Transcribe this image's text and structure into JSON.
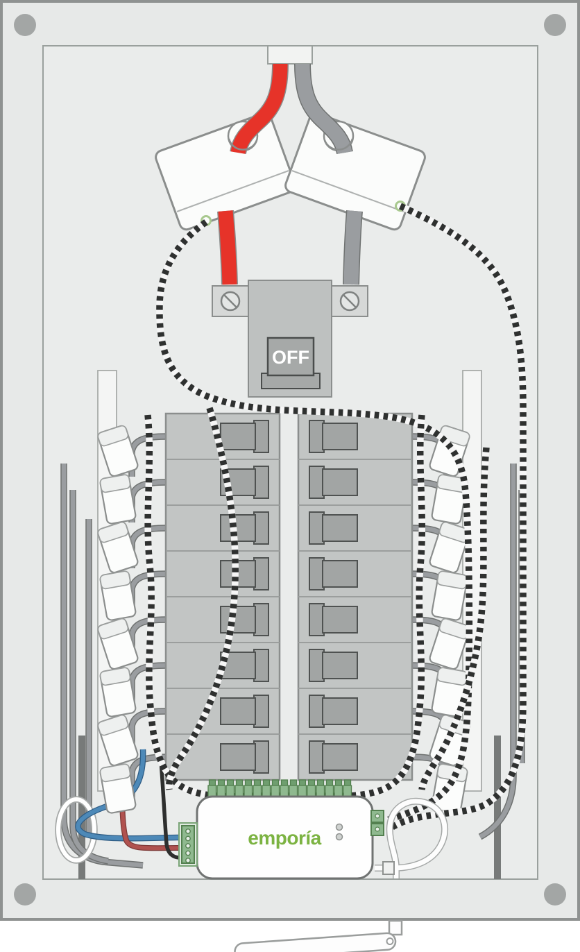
{
  "main_breaker": {
    "label": "OFF"
  },
  "device": {
    "brand": "emporía",
    "led_count": 2,
    "terminal_count": 16,
    "left_connector_pins": 5,
    "right_connector_pins": 2
  },
  "panel": {
    "corner_screw_count": 4
  },
  "breakers": {
    "columns": 2,
    "per_column": 8
  },
  "sensors": {
    "large_cts": 2,
    "small_cts_per_side": 8
  },
  "colors": {
    "hot_wire_red": "#e63329",
    "service_wire_gray": "#9a9da0",
    "brand_green": "#7cb342",
    "terminal_green": "#8fb98f",
    "power_wire_blue": "#4d89b8",
    "power_wire_red": "#b0524f",
    "power_wire_black": "#2e2f2e",
    "sensor_wire_stripe": "#2f3130"
  }
}
